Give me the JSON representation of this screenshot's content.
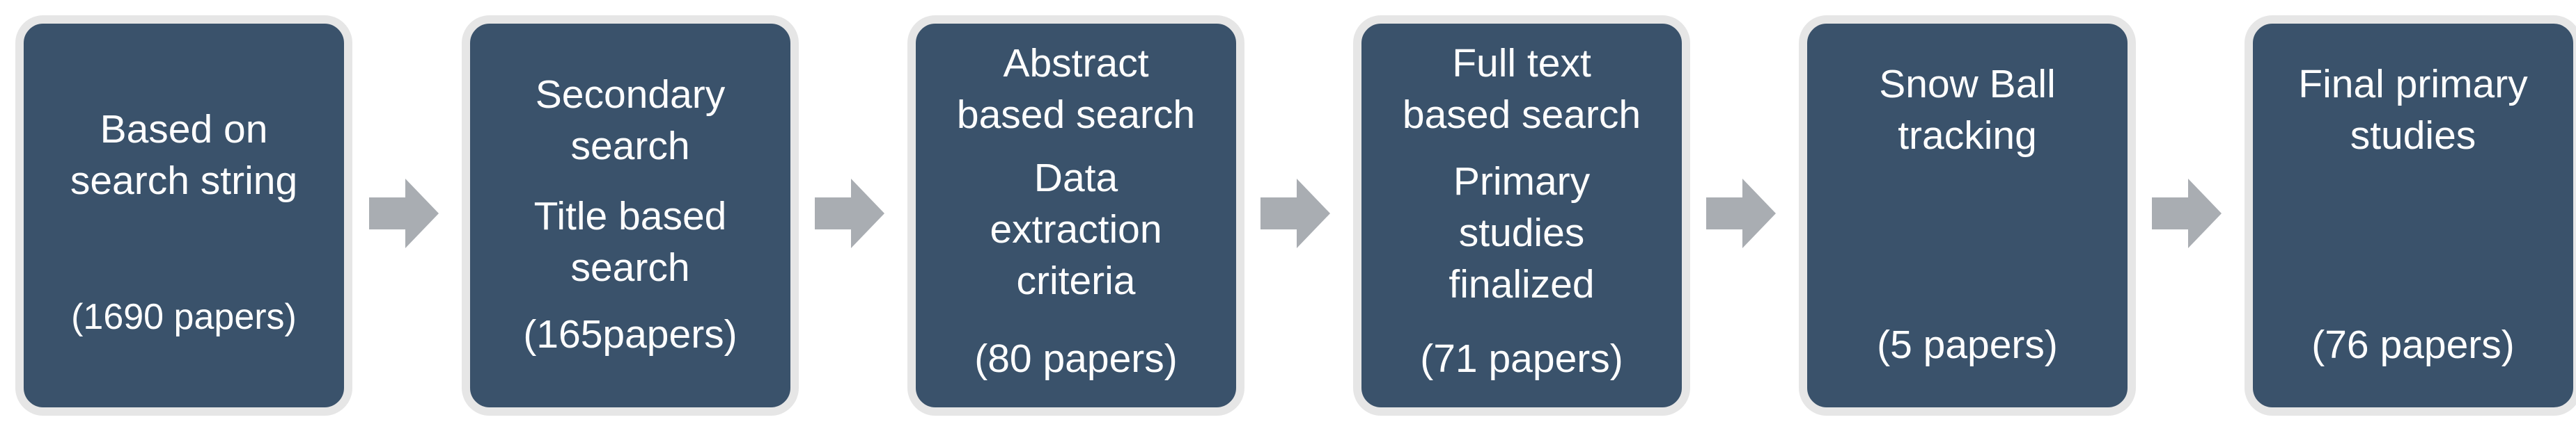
{
  "diagram": {
    "steps": [
      {
        "heading": "Based on\nsearch string",
        "detail": "",
        "count": "(1690  papers)"
      },
      {
        "heading": "Secondary\nsearch",
        "detail": "Title based\nsearch",
        "count": "(165papers)"
      },
      {
        "heading": "Abstract\nbased search",
        "detail": "Data\nextraction\ncriteria",
        "count": "(80 papers)"
      },
      {
        "heading": "Full text\nbased search",
        "detail": "Primary\nstudies\nfinalized",
        "count": "(71 papers)"
      },
      {
        "heading": "Snow Ball\ntracking",
        "detail": "",
        "count": "(5 papers)"
      },
      {
        "heading": "Final primary\nstudies",
        "detail": "",
        "count": "(76 papers)"
      }
    ],
    "colors": {
      "box_fill": "#3a526b",
      "box_border": "#e6e6e6",
      "arrow": "#a9adb2",
      "text": "#ffffff"
    }
  }
}
